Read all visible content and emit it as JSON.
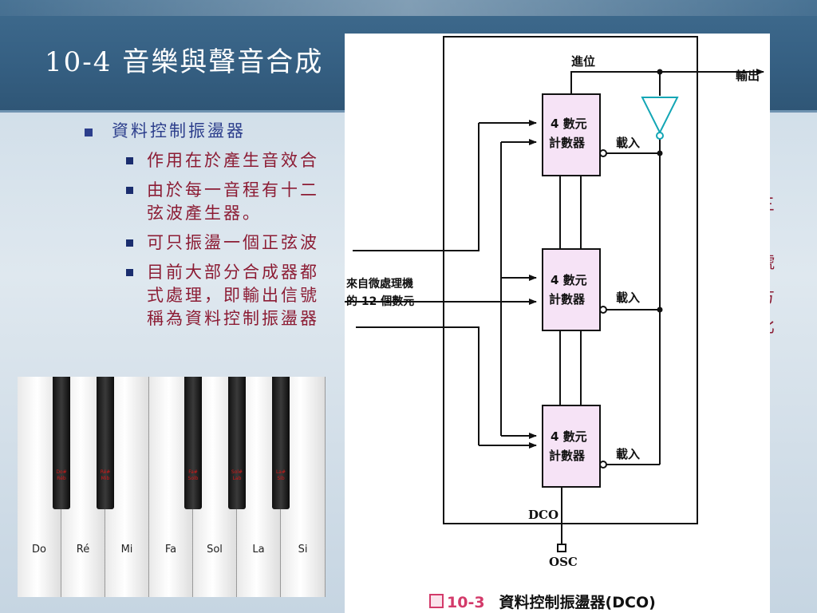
{
  "slide": {
    "title": "10-4 音樂與聲音合成",
    "bullets": {
      "main": "資料控制振盪器",
      "sub1": "作用在於產生音效合",
      "sub2_line1": "由於每一音程有十二",
      "sub2_line2": "弦波產生器。",
      "sub3": "可只振盪一個正弦波",
      "sub4_line1": "目前大部分合成器都",
      "sub4_line2": "式處理，即輸出信號",
      "sub4_line3": "稱為資料控制振盪器"
    },
    "right_fragments": [
      "三",
      "號",
      "方",
      "比"
    ]
  },
  "figure": {
    "labels": {
      "carry": "進位",
      "output": "輸出",
      "counter_line1": "4 數元",
      "counter_line2": "計數器",
      "load": "載入",
      "input_line1": "來自微處理機",
      "input_line2": "的 12 個數元",
      "dco": "DCO",
      "osc": "OSC"
    },
    "caption_number": "10-3",
    "caption": "資料控制振盪器(DCO)"
  },
  "piano": {
    "white_keys": [
      "Do",
      "Ré",
      "Mi",
      "Fa",
      "Sol",
      "La",
      "Si"
    ],
    "black_keys": [
      {
        "top": "Do#",
        "bottom": "Réb"
      },
      {
        "top": "Ré#",
        "bottom": "Mib"
      },
      {
        "top": "Fa#",
        "bottom": "Solb"
      },
      {
        "top": "Sol#",
        "bottom": "Lab"
      },
      {
        "top": "La#",
        "bottom": "Sib"
      }
    ]
  }
}
